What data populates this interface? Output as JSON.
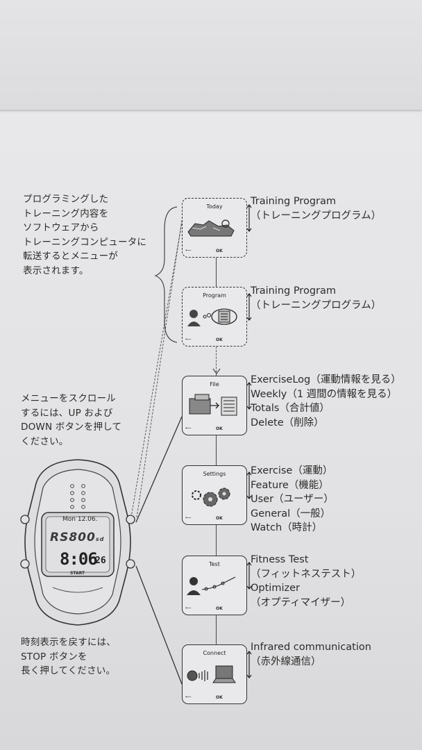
{
  "left_notes": {
    "transfer": [
      "プログラミングした",
      "トレーニング内容を",
      "ソフトウェアから",
      "トレーニングコンピュータに",
      "転送するとメニューが",
      "表示されます。"
    ],
    "scroll": [
      "メニューをスクロール",
      "するには、UP および",
      "DOWN ボタンを押して",
      "ください。"
    ],
    "stop": [
      "時刻表示を戻すには、",
      "STOP ボタンを",
      "長く押してください。"
    ]
  },
  "watch": {
    "date": "Mon 12.06.",
    "model": "RS800",
    "model_suffix": "sd",
    "time": "8:06",
    "seconds": "26",
    "start_label": "START"
  },
  "screens": [
    {
      "title": "Today",
      "items": [
        "Training Program",
        "（トレーニングプログラム）"
      ]
    },
    {
      "title": "Program",
      "items": [
        "Training Program",
        "（トレーニングプログラム）"
      ]
    },
    {
      "title": "File",
      "items": [
        "ExerciseLog（運動情報を見る）",
        "Weekly（1 週間の情報を見る）",
        "Totals（合計値）",
        "Delete（削除）"
      ]
    },
    {
      "title": "Settings",
      "items": [
        "Exercise（運動）",
        "Feature（機能）",
        "User（ユーザー）",
        "General（一般）",
        "Watch（時計）"
      ]
    },
    {
      "title": "Test",
      "items": [
        "Fitness Test",
        "（フィットネステスト）",
        "Optimizer",
        "（オプティマイザー）"
      ]
    },
    {
      "title": "Connect",
      "items": [
        "Infrared communication",
        "（赤外線通信）"
      ]
    }
  ],
  "screen_ok_label": "OK",
  "icons": [
    "arrow-up-down-icon",
    "back-arrow-icon",
    "shoe-icon",
    "person-icon",
    "clipboard-icon",
    "folder-icon",
    "gear-icon",
    "fitness-test-icon",
    "infrared-laptop-icon"
  ]
}
